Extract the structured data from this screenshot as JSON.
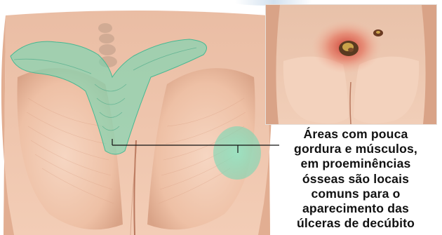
{
  "caption": {
    "lines": [
      "Áreas com pouca",
      "gordura e músculos,",
      "em proeminências",
      "ósseas são locais",
      "comuns para o",
      "aparecimento das",
      "úlceras de decúbito"
    ]
  },
  "colors": {
    "skin": "#f0c9b0",
    "skin_shadow": "#d9a387",
    "highlight_green": "#6fd8b4",
    "text": "#111111",
    "wound_red": "#c8342a"
  }
}
